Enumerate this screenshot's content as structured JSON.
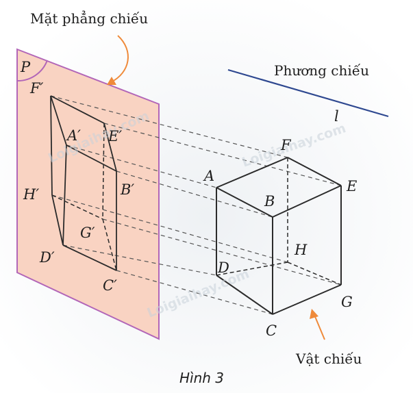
{
  "labels": {
    "plane_title": "Mặt phẳng chiếu",
    "direction_title": "Phương chiếu",
    "direction_symbol": "l",
    "object_title": "Vật chiếu",
    "caption": "Hình 3",
    "plane_letter": "P"
  },
  "cube_vertices": {
    "A": "A",
    "B": "B",
    "C": "C",
    "D": "D",
    "E": "E",
    "F": "F",
    "G": "G",
    "H": "H"
  },
  "image_vertices": {
    "A": "A′",
    "B": "B′",
    "C": "C′",
    "D": "D′",
    "E": "E′",
    "F": "F′",
    "G": "G′",
    "H": "H′"
  },
  "watermark": "Loigiaihay.com",
  "colors": {
    "plane_fill": "#f9d3c2",
    "plane_border": "#b266b8",
    "arrow": "#ef8a3a",
    "direction_line": "#2e4890",
    "edge": "#2b2b2b"
  }
}
